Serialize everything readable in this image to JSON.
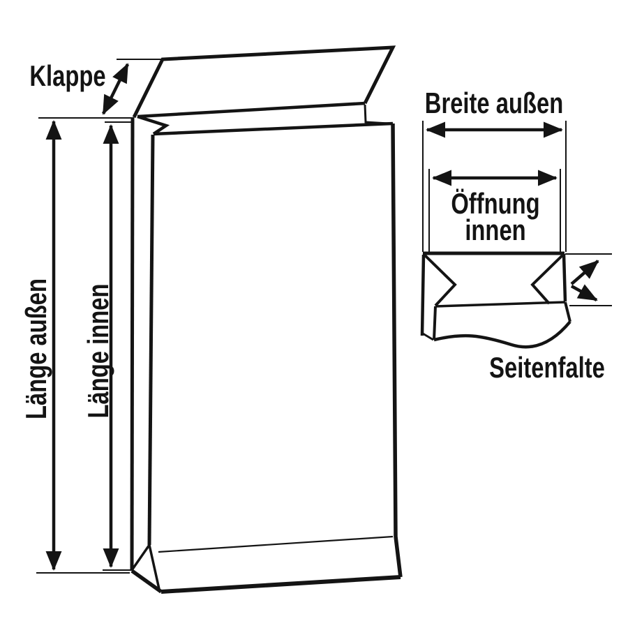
{
  "diagram": {
    "background": "#ffffff",
    "line_color": "#141414"
  },
  "labels": {
    "klappe": "Klappe",
    "laenge_aussen": "Länge außen",
    "laenge_innen": "Länge innen",
    "breite_aussen": "Breite außen",
    "oeffnung_innen": {
      "line1": "Öffnung",
      "line2": "innen"
    },
    "seitenfalte": "Seitenfalte"
  }
}
